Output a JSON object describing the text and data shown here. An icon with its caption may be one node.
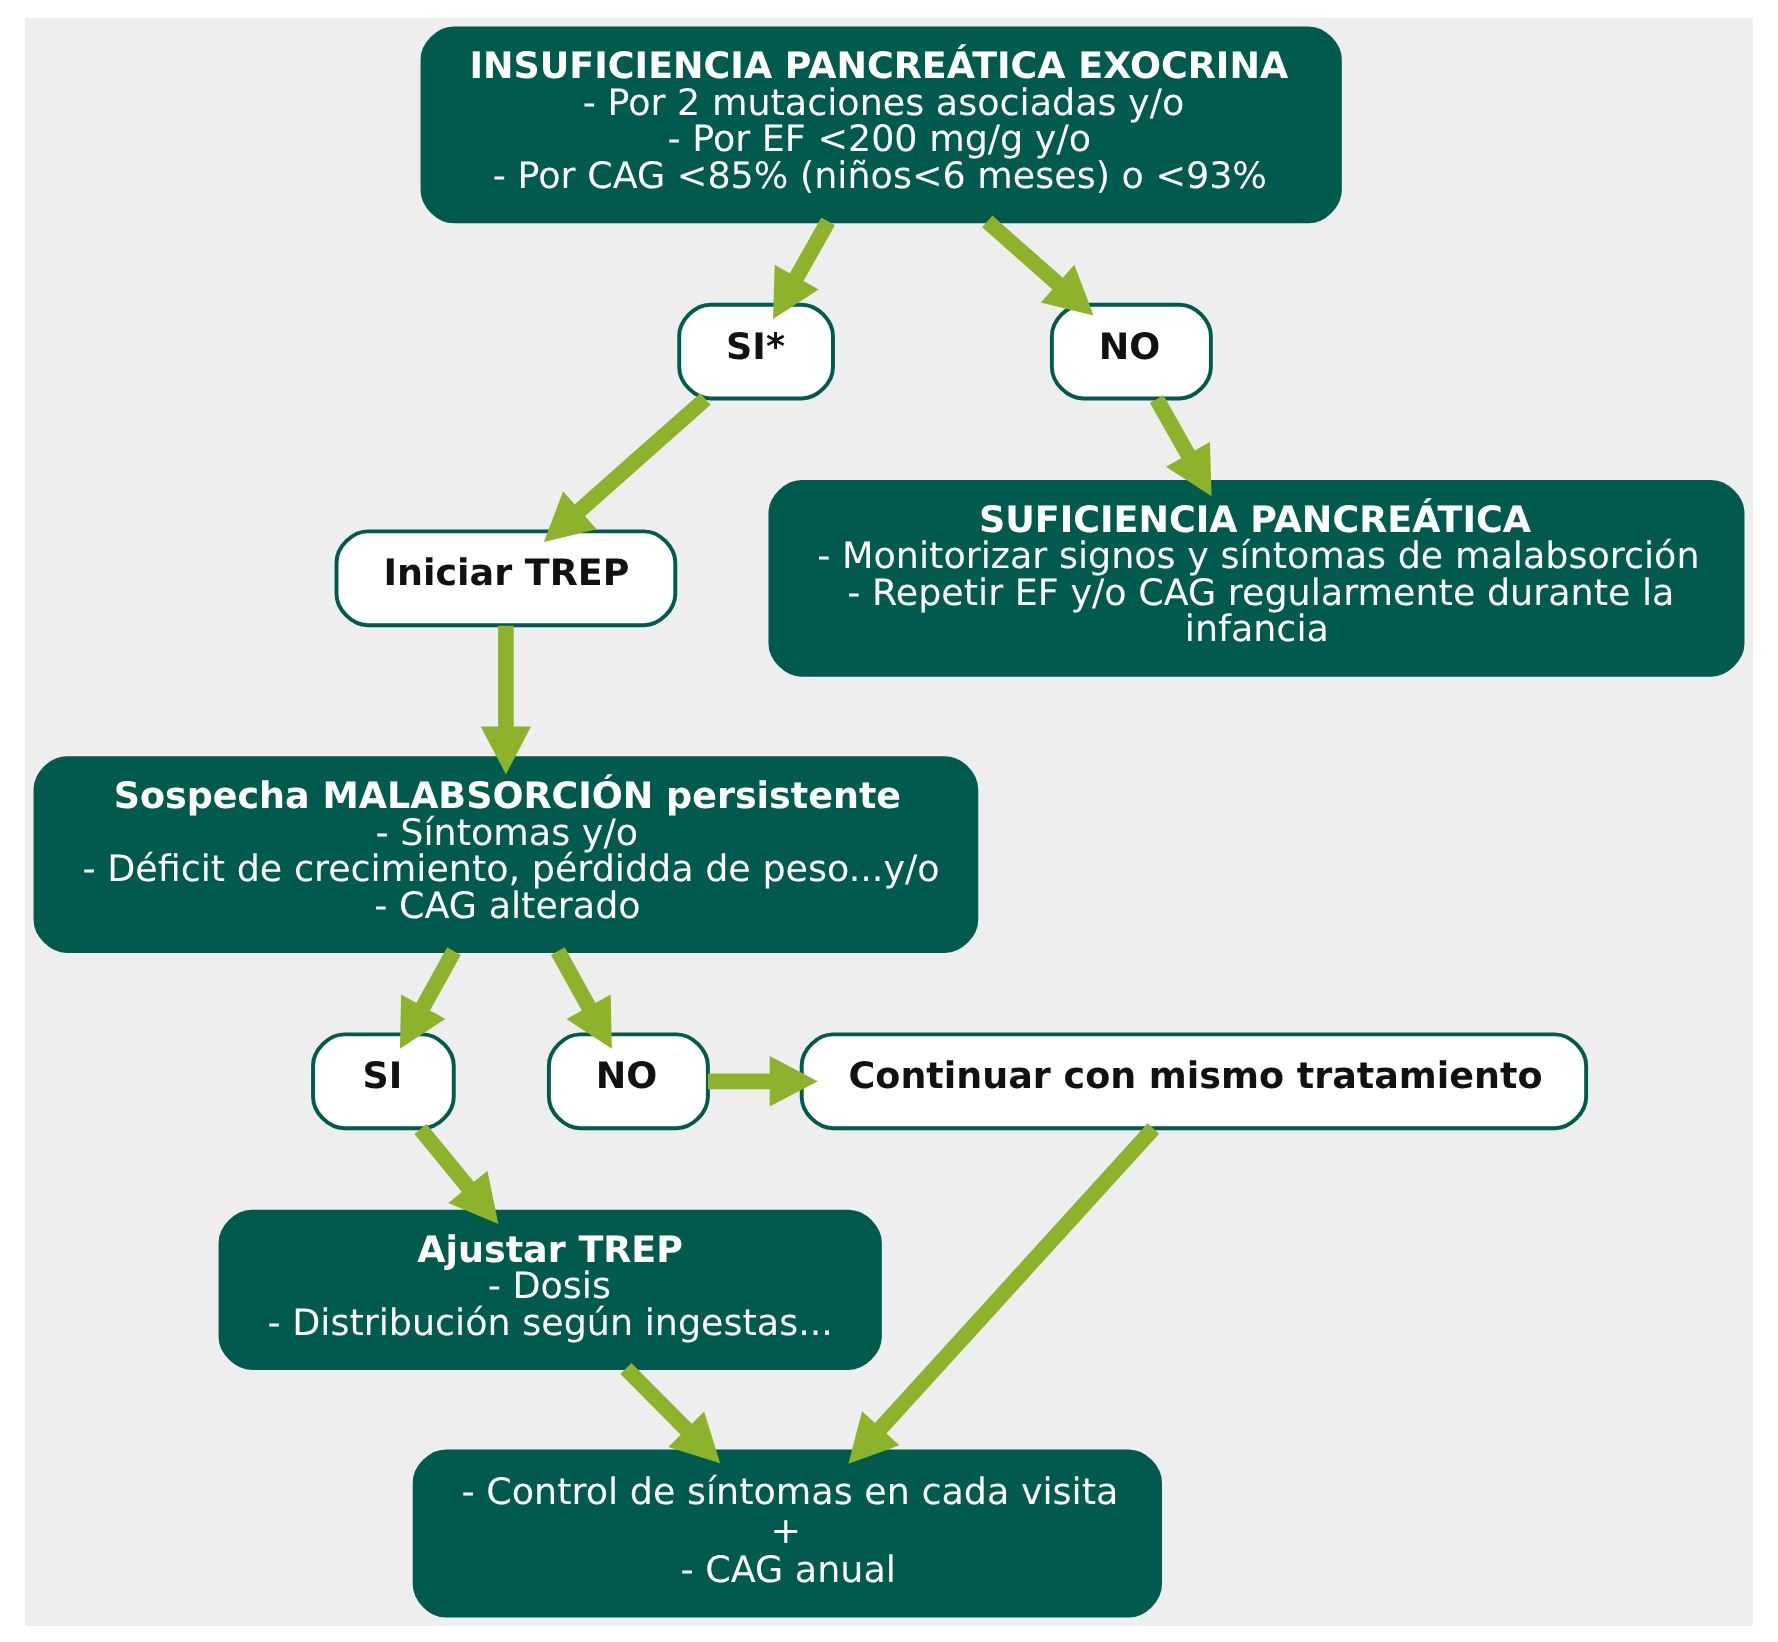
{
  "diagram": {
    "nodes": [
      {
        "text": [
          "INSUFICIENCIA PANCREÁTICA EXOCRINA",
          "- Por 2 mutaciones asociadas y/o",
          "- Por EF <200 mg/g y/o",
          "- Por CAG <85% (niños<6 meses) o <93%"
        ]
      },
      {
        "text": [
          "SI*"
        ]
      },
      {
        "text": [
          "NO"
        ]
      },
      {
        "text": [
          "Iniciar TREP"
        ]
      },
      {
        "text": [
          "SUFICIENCIA PANCREÁTICA",
          "- Monitorizar signos y síntomas de malabsorción",
          "- Repetir EF y/o CAG regularmente durante la infancia"
        ]
      },
      {
        "text": [
          "Sospecha MALABSORCIÓN persistente",
          "- Síntomas y/o",
          "- Déficit de crecimiento, pérdidda de peso...y/o",
          "- CAG alterado"
        ]
      },
      {
        "text": [
          "SI"
        ]
      },
      {
        "text": [
          "NO"
        ]
      },
      {
        "text": [
          "Continuar con mismo tratamiento"
        ]
      },
      {
        "text": [
          "Ajustar TREP",
          "- Dosis",
          "- Distribución según ingestas..."
        ]
      },
      {
        "text": [
          "- Control de síntomas en cada visita",
          "+",
          "- CAG anual"
        ]
      }
    ],
    "edges": [
      {
        "from": 0,
        "to": 1,
        "arrow": "to"
      },
      {
        "from": 0,
        "to": 2,
        "arrow": "to"
      },
      {
        "from": 1,
        "to": 3,
        "arrow": "to"
      },
      {
        "from": 2,
        "to": 4,
        "arrow": "to"
      },
      {
        "from": 3,
        "to": 5,
        "arrow": "to"
      },
      {
        "from": 5,
        "to": 6,
        "arrow": "to"
      },
      {
        "from": 5,
        "to": 7,
        "arrow": "to"
      },
      {
        "from": 7,
        "to": 8,
        "arrow": "to"
      },
      {
        "from": 6,
        "to": 9,
        "arrow": "to"
      },
      {
        "from": 8,
        "to": 10,
        "arrow": "to"
      },
      {
        "from": 9,
        "to": 10,
        "arrow": "to"
      }
    ]
  }
}
